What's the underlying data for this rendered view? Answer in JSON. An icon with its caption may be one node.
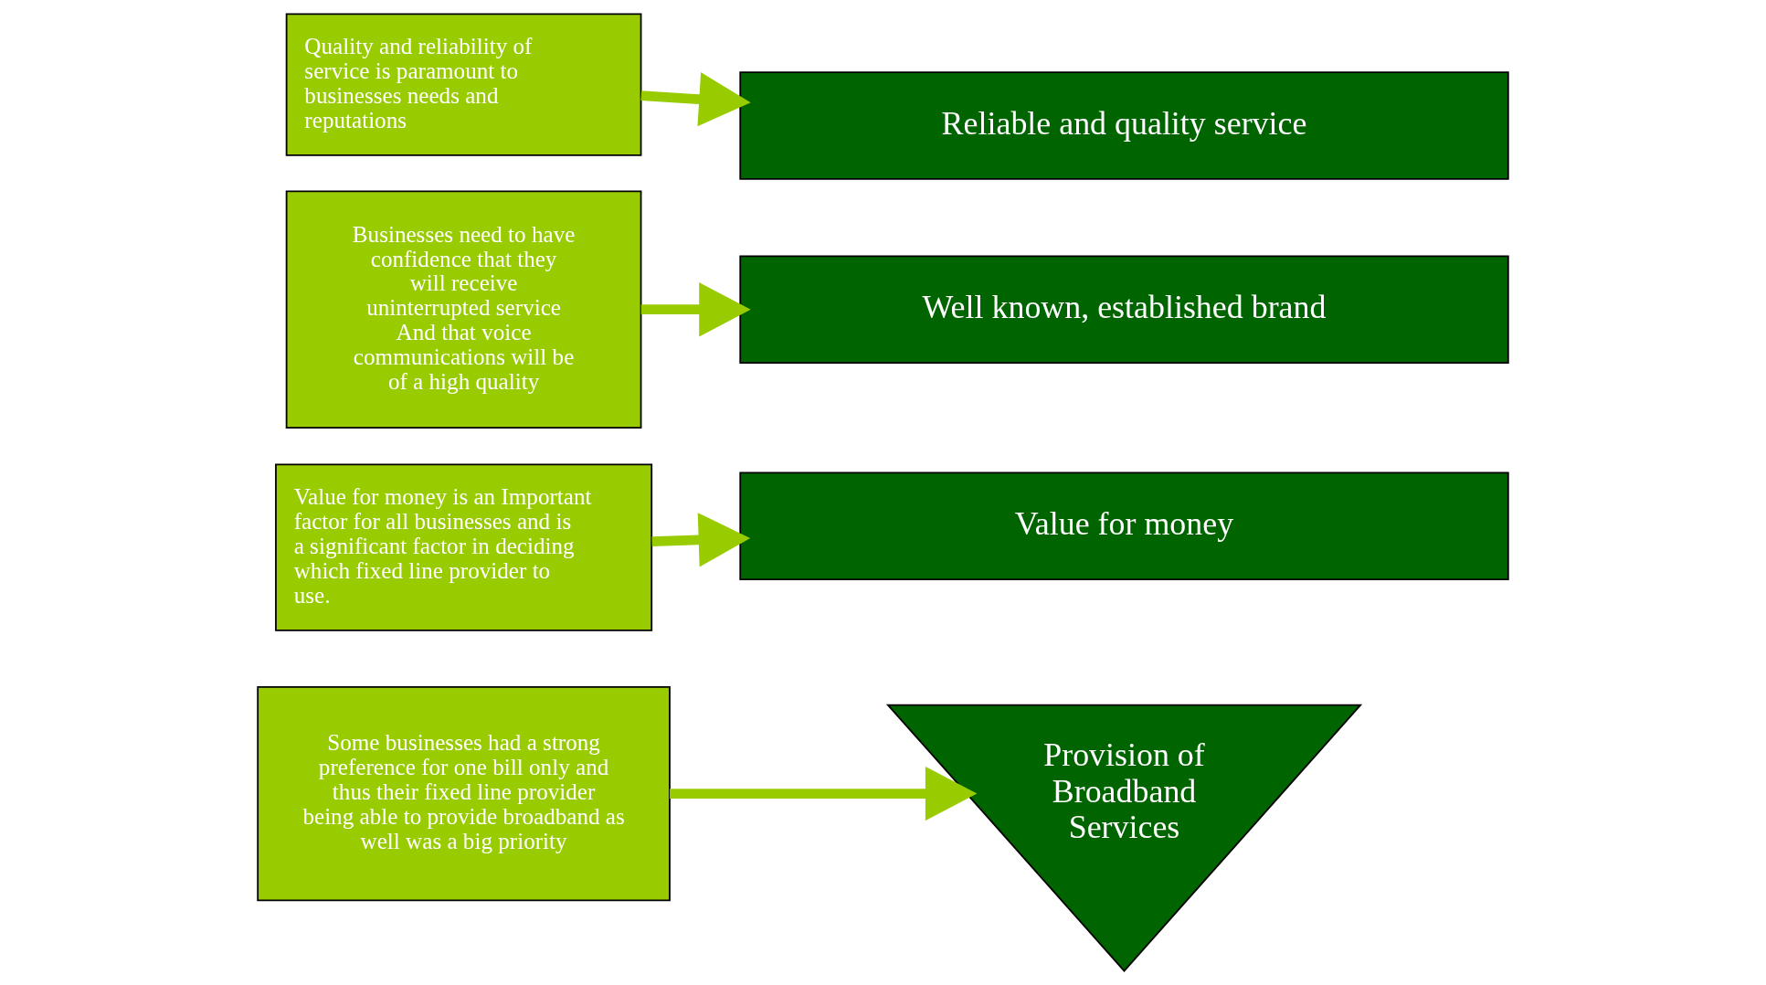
{
  "diagram": {
    "nodes": [
      {
        "text": [
          "Reliable and quality service"
        ]
      },
      {
        "text": [
          "Well known, established brand"
        ]
      },
      {
        "text": [
          "Value for money"
        ]
      },
      {
        "text": [
          "Provision of Broadband Services"
        ]
      },
      {
        "text": [
          "Quality and reliability of service is paramount to businesses needs and reputations"
        ]
      },
      {
        "text": [
          "Businesses need to have confidence that they will receive uninterrupted service And that voice communications will be of a high quality"
        ]
      },
      {
        "text": [
          "Value for money is an Important factor for all businesses and is a significant factor in deciding which fixed line provider to use."
        ]
      },
      {
        "text": [
          "Some businesses had a strong preference for one bill only and thus their fixed line provider being able to provide broadband as well was a big priority"
        ]
      }
    ],
    "edges": [
      {
        "from": 4,
        "to": 0,
        "arrow": "to"
      },
      {
        "from": 5,
        "to": 1,
        "arrow": "to"
      },
      {
        "from": 6,
        "to": 2,
        "arrow": "to"
      },
      {
        "from": 7,
        "to": 3,
        "arrow": "to"
      }
    ]
  }
}
